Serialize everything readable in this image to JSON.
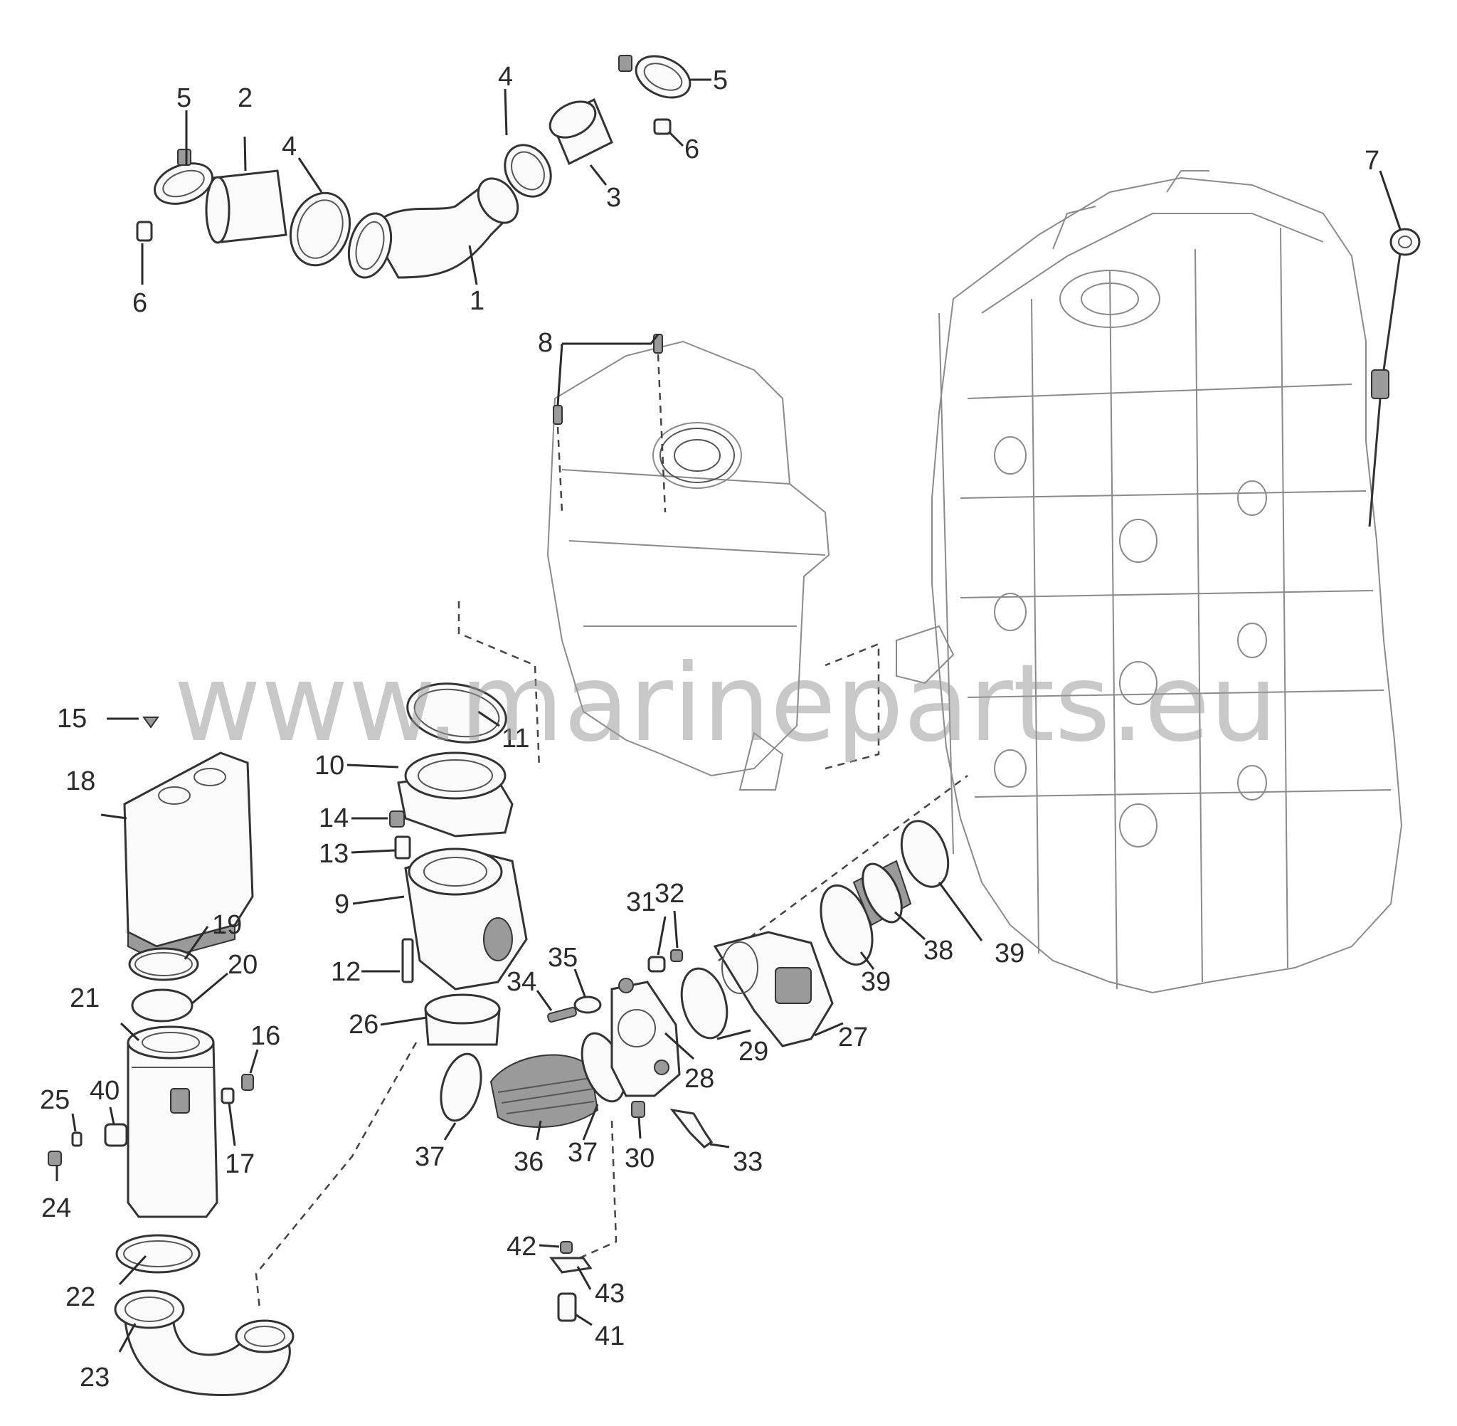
{
  "watermark": "www.marineparts.eu",
  "callouts": [
    {
      "id": "c1",
      "text": "1"
    },
    {
      "id": "c2",
      "text": "2"
    },
    {
      "id": "c3",
      "text": "3"
    },
    {
      "id": "c4a",
      "text": "4"
    },
    {
      "id": "c4b",
      "text": "4"
    },
    {
      "id": "c5a",
      "text": "5"
    },
    {
      "id": "c5b",
      "text": "5"
    },
    {
      "id": "c6a",
      "text": "6"
    },
    {
      "id": "c6b",
      "text": "6"
    },
    {
      "id": "c7",
      "text": "7"
    },
    {
      "id": "c8",
      "text": "8"
    },
    {
      "id": "c9",
      "text": "9"
    },
    {
      "id": "c10",
      "text": "10"
    },
    {
      "id": "c11",
      "text": "11"
    },
    {
      "id": "c12",
      "text": "12"
    },
    {
      "id": "c13",
      "text": "13"
    },
    {
      "id": "c14",
      "text": "14"
    },
    {
      "id": "c15",
      "text": "15"
    },
    {
      "id": "c16",
      "text": "16"
    },
    {
      "id": "c17",
      "text": "17"
    },
    {
      "id": "c18",
      "text": "18"
    },
    {
      "id": "c19",
      "text": "19"
    },
    {
      "id": "c20",
      "text": "20"
    },
    {
      "id": "c21",
      "text": "21"
    },
    {
      "id": "c22",
      "text": "22"
    },
    {
      "id": "c23",
      "text": "23"
    },
    {
      "id": "c24",
      "text": "24"
    },
    {
      "id": "c25",
      "text": "25"
    },
    {
      "id": "c26",
      "text": "26"
    },
    {
      "id": "c27",
      "text": "27"
    },
    {
      "id": "c28",
      "text": "28"
    },
    {
      "id": "c29",
      "text": "29"
    },
    {
      "id": "c30",
      "text": "30"
    },
    {
      "id": "c31",
      "text": "31"
    },
    {
      "id": "c32",
      "text": "32"
    },
    {
      "id": "c33",
      "text": "33"
    },
    {
      "id": "c34",
      "text": "34"
    },
    {
      "id": "c35",
      "text": "35"
    },
    {
      "id": "c36",
      "text": "36"
    },
    {
      "id": "c37a",
      "text": "37"
    },
    {
      "id": "c37b",
      "text": "37"
    },
    {
      "id": "c38",
      "text": "38"
    },
    {
      "id": "c39a",
      "text": "39"
    },
    {
      "id": "c39b",
      "text": "39"
    },
    {
      "id": "c40",
      "text": "40"
    },
    {
      "id": "c41",
      "text": "41"
    },
    {
      "id": "c42",
      "text": "42"
    },
    {
      "id": "c43",
      "text": "43"
    }
  ]
}
